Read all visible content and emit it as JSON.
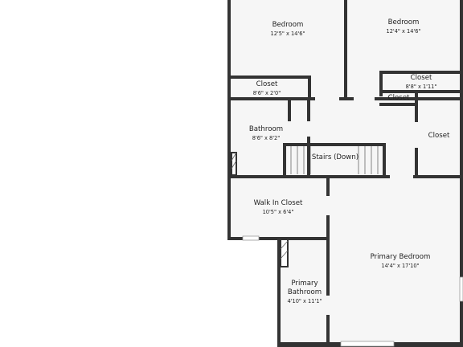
{
  "rooms": [
    {
      "id": "bedroom-1",
      "name": "Bedroom",
      "dims": "12'5\" x 14'6\""
    },
    {
      "id": "bedroom-2",
      "name": "Bedroom",
      "dims": "12'4\" x 14'6\""
    },
    {
      "id": "closet-1",
      "name": "Closet",
      "dims": "8'6\" x 2'0\""
    },
    {
      "id": "closet-2",
      "name": "Closet",
      "dims": "8'8\" x 1'11\""
    },
    {
      "id": "closet-3",
      "name": "Closet",
      "dims": ""
    },
    {
      "id": "closet-4",
      "name": "Closet",
      "dims": ""
    },
    {
      "id": "bathroom",
      "name": "Bathroom",
      "dims": "8'6\" x 8'2\""
    },
    {
      "id": "stairs",
      "name": "Stairs (Down)",
      "dims": ""
    },
    {
      "id": "walk-in-closet",
      "name": "Walk In Closet",
      "dims": "10'5\" x 6'4\""
    },
    {
      "id": "primary-bathroom",
      "name": "Primary\nBathroom",
      "dims": "4'10\" x 11'1\""
    },
    {
      "id": "primary-bedroom",
      "name": "Primary Bedroom",
      "dims": "14'4\" x 17'10\""
    }
  ],
  "colors": {
    "wall": "#333333",
    "floor": "#f6f6f6",
    "background": "#ffffff"
  }
}
